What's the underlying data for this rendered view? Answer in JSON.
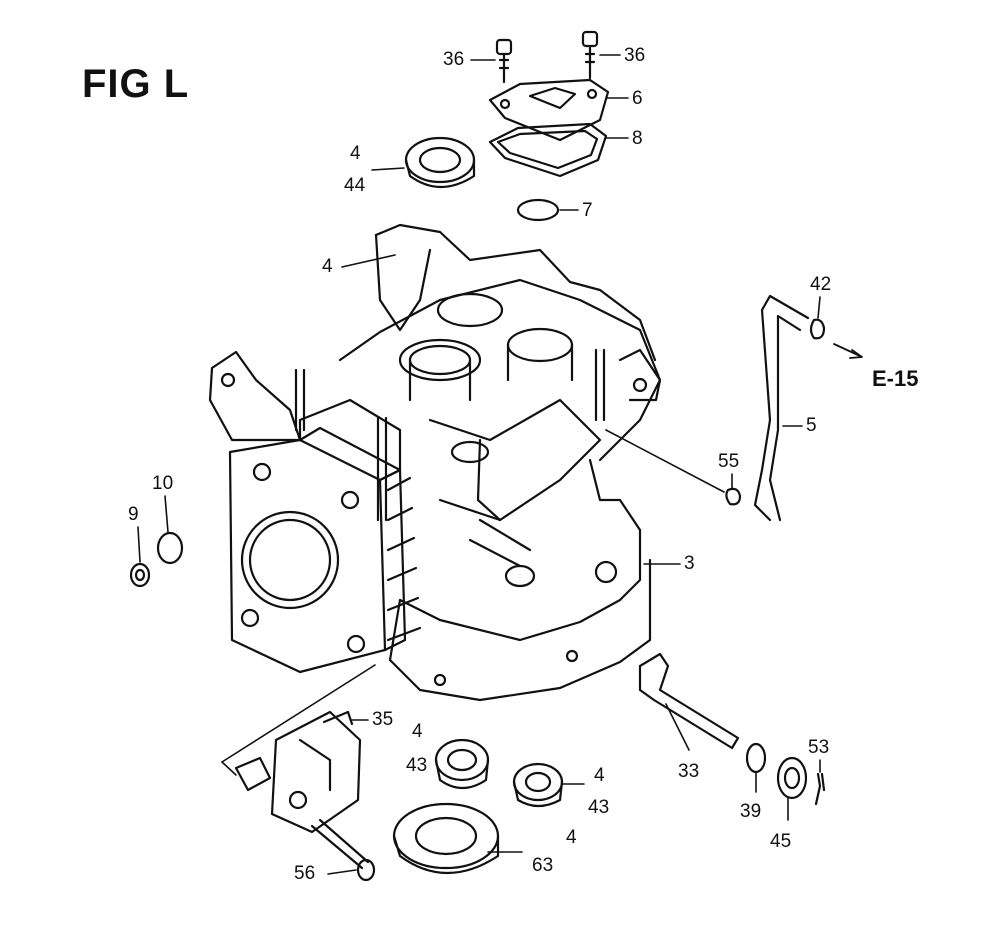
{
  "figure": {
    "title": "FIG L",
    "reference": "E-15"
  },
  "callouts": [
    {
      "id": "c1",
      "text": "36"
    },
    {
      "id": "c2",
      "text": "36"
    },
    {
      "id": "c3",
      "text": "6"
    },
    {
      "id": "c4",
      "text": "8"
    },
    {
      "id": "c5",
      "text": "4"
    },
    {
      "id": "c6",
      "text": "44"
    },
    {
      "id": "c7",
      "text": "7"
    },
    {
      "id": "c8",
      "text": "4"
    },
    {
      "id": "c9",
      "text": "42"
    },
    {
      "id": "c10",
      "text": "5"
    },
    {
      "id": "c11",
      "text": "55"
    },
    {
      "id": "c12",
      "text": "10"
    },
    {
      "id": "c13",
      "text": "9"
    },
    {
      "id": "c14",
      "text": "3"
    },
    {
      "id": "c15",
      "text": "35"
    },
    {
      "id": "c16",
      "text": "4"
    },
    {
      "id": "c17",
      "text": "43"
    },
    {
      "id": "c18",
      "text": "4"
    },
    {
      "id": "c19",
      "text": "43"
    },
    {
      "id": "c20",
      "text": "4"
    },
    {
      "id": "c21",
      "text": "63"
    },
    {
      "id": "c22",
      "text": "33"
    },
    {
      "id": "c23",
      "text": "53"
    },
    {
      "id": "c24",
      "text": "39"
    },
    {
      "id": "c25",
      "text": "45"
    },
    {
      "id": "c26",
      "text": "56"
    }
  ]
}
